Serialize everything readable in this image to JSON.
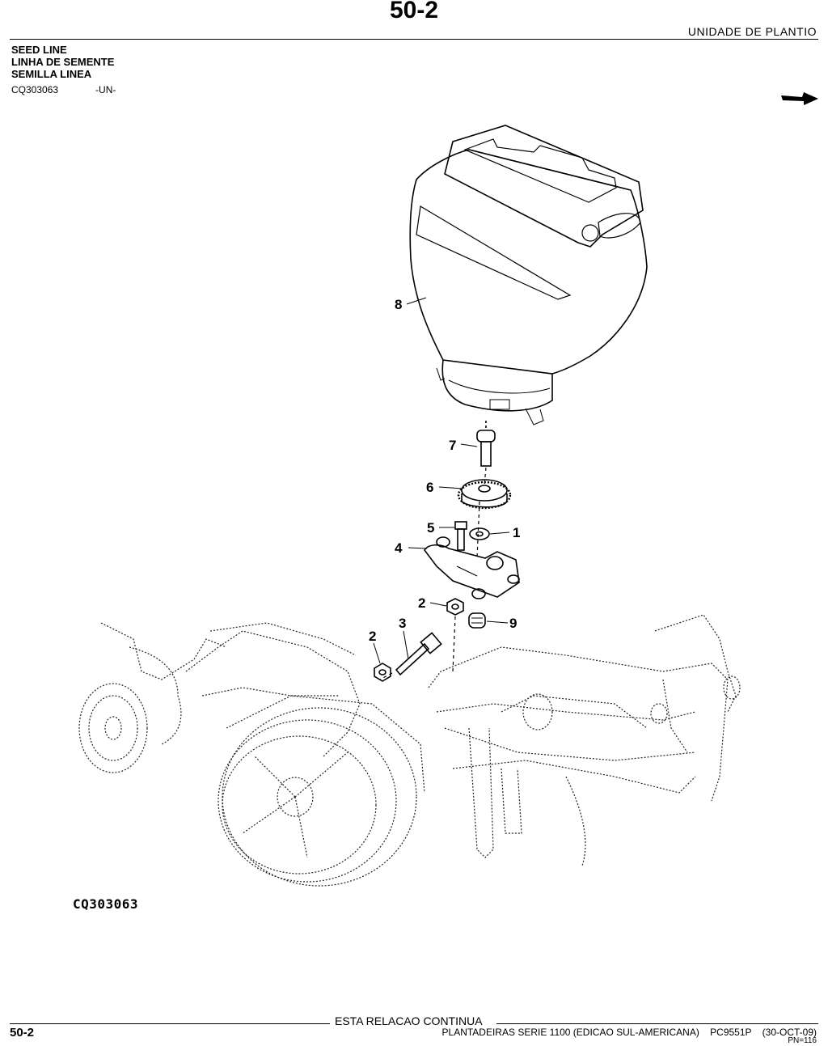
{
  "header": {
    "page_number": "50-2",
    "section": "UNIDADE  DE  PLANTIO",
    "titles": [
      "SEED LINE",
      "LINHA DE SEMENTE",
      "SEMILLA LINEA"
    ],
    "ref_code": "CQ303063",
    "ref_suffix": "-UN-"
  },
  "diagram": {
    "callouts": [
      "8",
      "7",
      "6",
      "5",
      "1",
      "4",
      "2",
      "9",
      "2",
      "3"
    ],
    "figure_id": "CQ303063"
  },
  "footer": {
    "continue_text": "ESTA RELACAO CONTINUA",
    "page_number": "50-2",
    "publication": "PLANTADEIRAS SERIE 1100 (EDICAO SUL-AMERICANA)    PC9551P    (30-OCT-09)",
    "pn": "PN=116"
  }
}
